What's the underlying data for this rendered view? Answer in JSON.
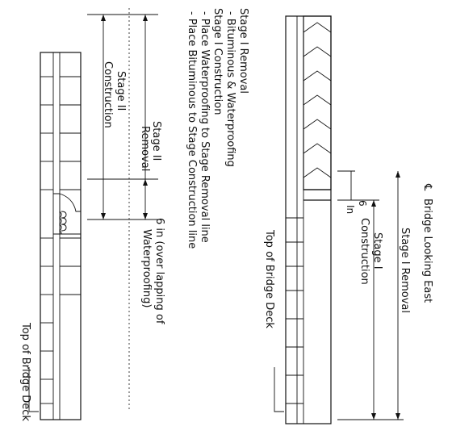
{
  "diagram": {
    "title": "Bridge Looking East",
    "centerline_symbol": "℄",
    "top_panel": {
      "dim_6in": "6",
      "dim_in": "In",
      "stage1_removal": "Stage I Removal",
      "stage1_construction_line1": "Stage I",
      "stage1_construction_line2": "Construction",
      "deck_label": "Top of Bridge Deck"
    },
    "notes": {
      "line1": "Stage I Removal",
      "line2": "- Bituminous & Waterproofing",
      "line3": "Stage I Construction",
      "line4": "- Place Waterproofing to Stage Removal line",
      "line5": "- Place Bituminous to Stage Construction line"
    },
    "bottom_panel": {
      "stage2_removal_line1": "Stage II",
      "stage2_removal_line2": "Removal",
      "stage2_construction_line1": "Stage II",
      "stage2_construction_line2": "Construction",
      "lap_note_line1": "6 in (over lapping of",
      "lap_note_line2": "Waterproofing)",
      "deck_label": "Top of Bridge Deck"
    }
  }
}
